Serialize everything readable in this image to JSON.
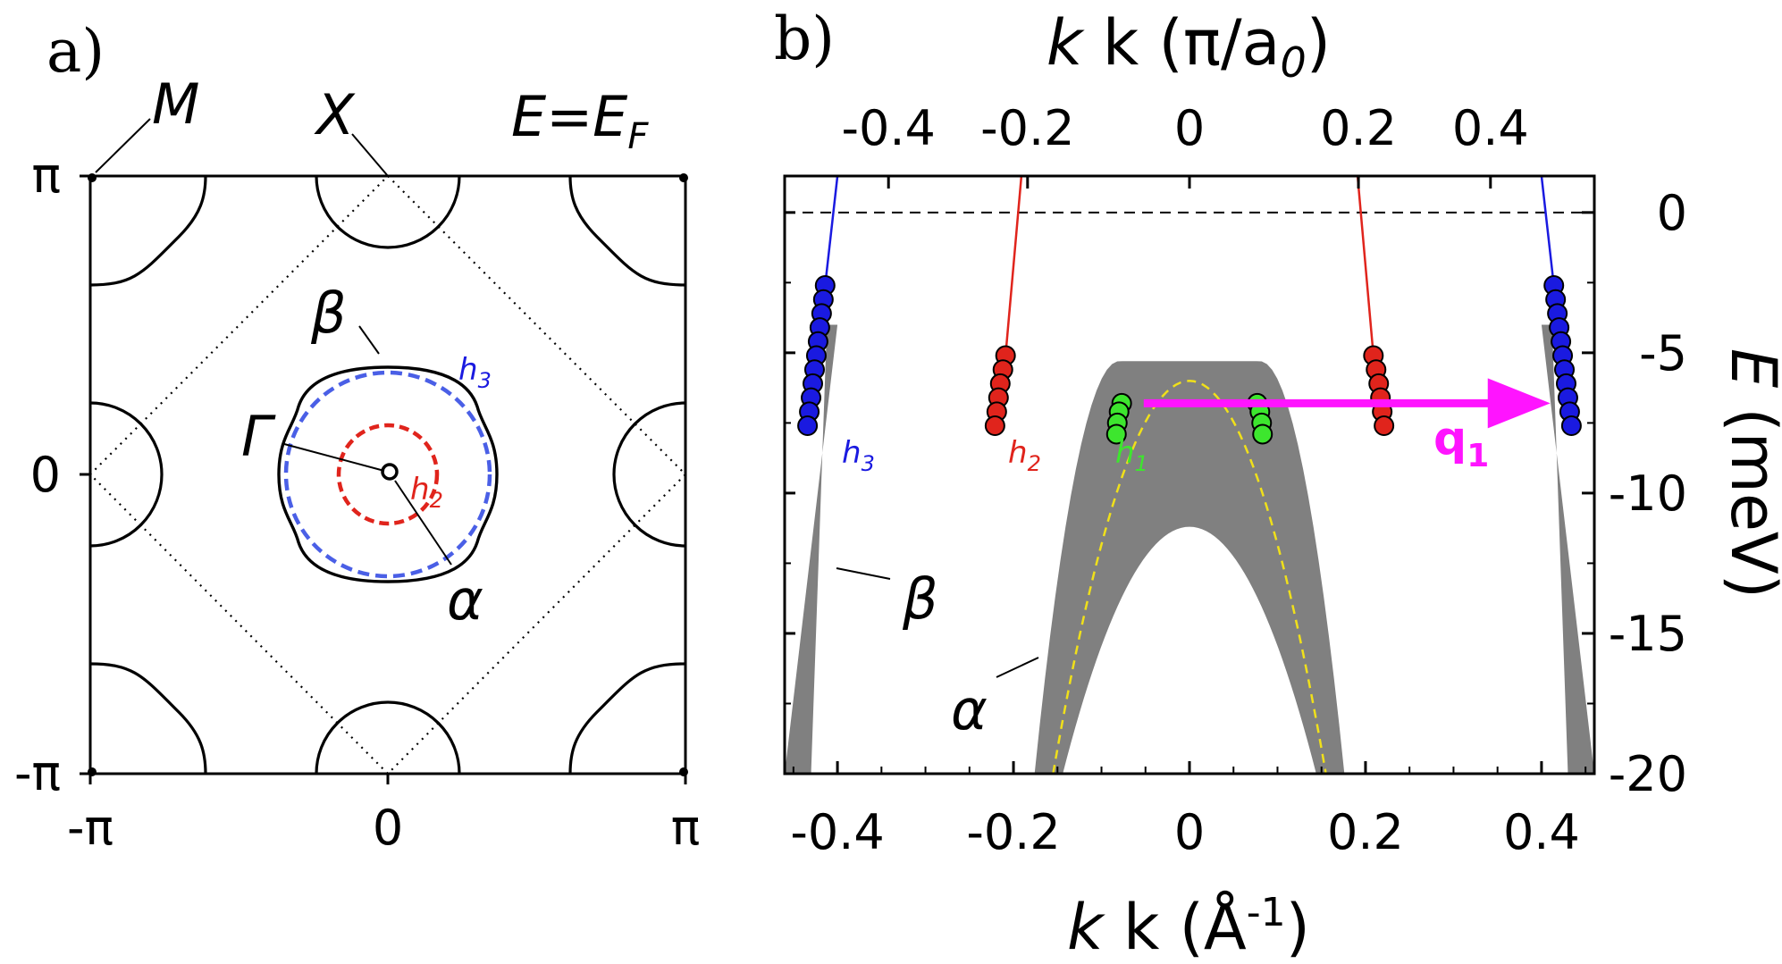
{
  "chart_data": [
    {
      "type": "diagram",
      "panel_label": "a)",
      "annotation": "E=E_F",
      "ticks_x": [
        "-π",
        "0",
        "π"
      ],
      "ticks_y": [
        "-π",
        "0",
        "π"
      ],
      "xlim": [
        -3.1416,
        3.1416
      ],
      "ylim": [
        -3.1416,
        3.1416
      ],
      "labels": {
        "M": "M",
        "X": "X",
        "Gamma": "Γ",
        "alpha": "α",
        "beta": "β",
        "h2": "h",
        "h2_sub": "2",
        "h3": "h",
        "h3_sub": "3"
      },
      "colors": {
        "h2": "#e0241c",
        "h3": "#4a5fe6",
        "contour": "#000000"
      }
    },
    {
      "type": "scatter",
      "panel_label": "b)",
      "xlabel": "k (Å",
      "xlabel_sup": "-1",
      "xlabel_tail": ")",
      "x2label": "k (π/a",
      "x2label_sub": "0",
      "x2label_tail": ")",
      "ylabel": "E (meV)",
      "xlim": [
        -0.46,
        0.46
      ],
      "ylim": [
        -20,
        1.3
      ],
      "x_ticks": [
        -0.4,
        -0.2,
        0,
        0.2,
        0.4
      ],
      "x_tick_labels": [
        "-0.4",
        "-0.2",
        "0",
        "0.2",
        "0.4"
      ],
      "x2_tick_labels": [
        "-0.4",
        "-0.2",
        "0",
        "0.2",
        "0.4"
      ],
      "x2_ticks_at_x": [
        -0.342,
        -0.184,
        0,
        0.192,
        0.342
      ],
      "y_ticks": [
        0,
        -5,
        -10,
        -15,
        -20
      ],
      "y_tick_labels": [
        "0",
        "-5",
        "-10",
        "-15",
        "-20"
      ],
      "fermi_level": 0,
      "series": [
        {
          "label": "h",
          "sub": "3",
          "color": "#1a1ae0",
          "points": [
            {
              "x": -0.414,
              "y": -2.6
            },
            {
              "x": -0.416,
              "y": -3.1
            },
            {
              "x": -0.418,
              "y": -3.6
            },
            {
              "x": -0.42,
              "y": -4.1
            },
            {
              "x": -0.422,
              "y": -4.6
            },
            {
              "x": -0.424,
              "y": -5.1
            },
            {
              "x": -0.426,
              "y": -5.6
            },
            {
              "x": -0.428,
              "y": -6.1
            },
            {
              "x": -0.43,
              "y": -6.6
            },
            {
              "x": -0.432,
              "y": -7.1
            },
            {
              "x": -0.434,
              "y": -7.6
            },
            {
              "x": 0.414,
              "y": -2.6
            },
            {
              "x": 0.416,
              "y": -3.1
            },
            {
              "x": 0.418,
              "y": -3.6
            },
            {
              "x": 0.42,
              "y": -4.1
            },
            {
              "x": 0.422,
              "y": -4.6
            },
            {
              "x": 0.424,
              "y": -5.1
            },
            {
              "x": 0.426,
              "y": -5.6
            },
            {
              "x": 0.428,
              "y": -6.1
            },
            {
              "x": 0.43,
              "y": -6.6
            },
            {
              "x": 0.432,
              "y": -7.1
            },
            {
              "x": 0.434,
              "y": -7.6
            }
          ]
        },
        {
          "label": "h",
          "sub": "2",
          "color": "#e0241c",
          "points": [
            {
              "x": -0.209,
              "y": -5.1
            },
            {
              "x": -0.212,
              "y": -5.6
            },
            {
              "x": -0.215,
              "y": -6.1
            },
            {
              "x": -0.217,
              "y": -6.6
            },
            {
              "x": -0.219,
              "y": -7.1
            },
            {
              "x": -0.221,
              "y": -7.6
            },
            {
              "x": 0.209,
              "y": -5.1
            },
            {
              "x": 0.212,
              "y": -5.6
            },
            {
              "x": 0.215,
              "y": -6.1
            },
            {
              "x": 0.217,
              "y": -6.6
            },
            {
              "x": 0.219,
              "y": -7.1
            },
            {
              "x": 0.221,
              "y": -7.6
            }
          ]
        },
        {
          "label": "h",
          "sub": "1",
          "color": "#3de62e",
          "points": [
            {
              "x": -0.077,
              "y": -6.8
            },
            {
              "x": -0.08,
              "y": -7.1
            },
            {
              "x": -0.082,
              "y": -7.5
            },
            {
              "x": -0.083,
              "y": -7.9
            },
            {
              "x": 0.077,
              "y": -6.8
            },
            {
              "x": 0.08,
              "y": -7.1
            },
            {
              "x": 0.082,
              "y": -7.5
            },
            {
              "x": 0.083,
              "y": -7.9
            }
          ]
        }
      ],
      "extrapolation_lines": [
        {
          "color": "#1a1ae0",
          "from": {
            "x": -0.414,
            "y": -2.6
          },
          "to": {
            "x": -0.4,
            "y": 1.3
          }
        },
        {
          "color": "#1a1ae0",
          "from": {
            "x": 0.414,
            "y": -2.6
          },
          "to": {
            "x": 0.4,
            "y": 1.3
          }
        },
        {
          "color": "#e0241c",
          "from": {
            "x": -0.209,
            "y": -5.1
          },
          "to": {
            "x": -0.191,
            "y": 1.3
          }
        },
        {
          "color": "#e0241c",
          "from": {
            "x": 0.209,
            "y": -5.1
          },
          "to": {
            "x": 0.191,
            "y": 1.3
          }
        }
      ],
      "bands": {
        "beta": {
          "label": "β",
          "top": -4.0,
          "inner_at_top": 0.412,
          "outer_at_top": 0.4,
          "inner_at_bottom": 0.43,
          "outer_at_bottom": 0.46
        },
        "alpha": {
          "label": "α",
          "outer_flat_halfwidth": 0.08,
          "outer_top": -5.3,
          "outer_bottom_halfwidth": 0.176,
          "inner_halfwidth_at_bottom": 0.144,
          "inner_top": -11.2
        },
        "color": "#808080"
      },
      "dispersion_curve": {
        "color": "#f0e01a",
        "vertex": -6.0,
        "halfwidth_at_bottom": 0.155
      },
      "arrow": {
        "label": "q",
        "sub": "1",
        "color": "#ff14ff",
        "from": {
          "x": -0.052,
          "y": -6.8
        },
        "to": {
          "x": 0.41,
          "y": -6.8
        }
      }
    }
  ]
}
